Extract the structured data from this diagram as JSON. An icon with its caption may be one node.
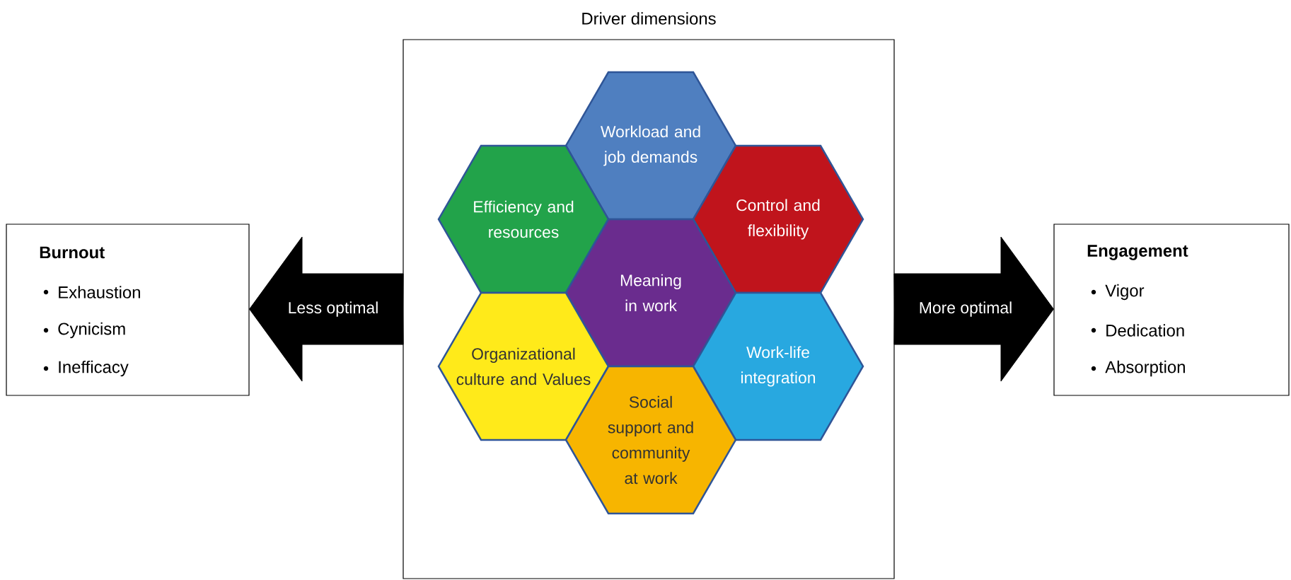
{
  "diagram": {
    "nodes": [
      {
        "text": [
          "Burnout",
          "Exhaustion",
          "Cynicism",
          "Inefficacy"
        ]
      },
      {
        "text": [
          "Driver dimensions"
        ]
      },
      {
        "text": [
          "Workload and job demands"
        ],
        "in": 1
      },
      {
        "text": [
          "Efficiency and resources"
        ],
        "in": 1
      },
      {
        "text": [
          "Control and flexibility"
        ],
        "in": 1
      },
      {
        "text": [
          "Meaning in work"
        ],
        "in": 1
      },
      {
        "text": [
          "Organizational culture and Values"
        ],
        "in": 1
      },
      {
        "text": [
          "Work-life integration"
        ],
        "in": 1
      },
      {
        "text": [
          "Social support and community at work"
        ],
        "in": 1
      },
      {
        "text": [
          "Engagement",
          "Vigor",
          "Dedication",
          "Absorption"
        ]
      }
    ],
    "edges": [
      {
        "from": 1,
        "to": 0,
        "arrow": "to",
        "label": "Less optimal",
        "style": "thick"
      },
      {
        "from": 1,
        "to": 9,
        "arrow": "to",
        "label": "More optimal",
        "style": "thick"
      }
    ]
  }
}
